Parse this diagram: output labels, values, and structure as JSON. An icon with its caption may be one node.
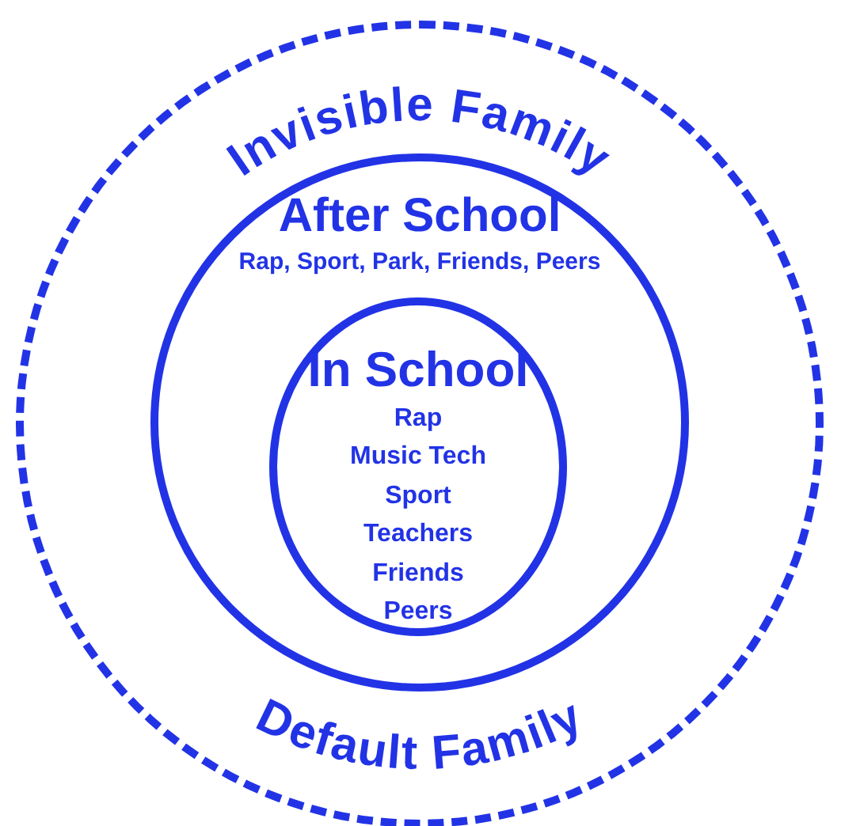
{
  "diagram": {
    "nodes": [
      {
        "text": [
          "Invisible Family",
          "Default Family"
        ]
      },
      {
        "text": [
          "After School",
          "Rap, Sport, Park, Friends, Peers"
        ],
        "in": 0
      },
      {
        "text": [
          "In School",
          "Rap",
          "Music Tech",
          "Sport",
          "Teachers",
          "Friends",
          "Peers"
        ],
        "in": 1
      }
    ],
    "edges": []
  }
}
